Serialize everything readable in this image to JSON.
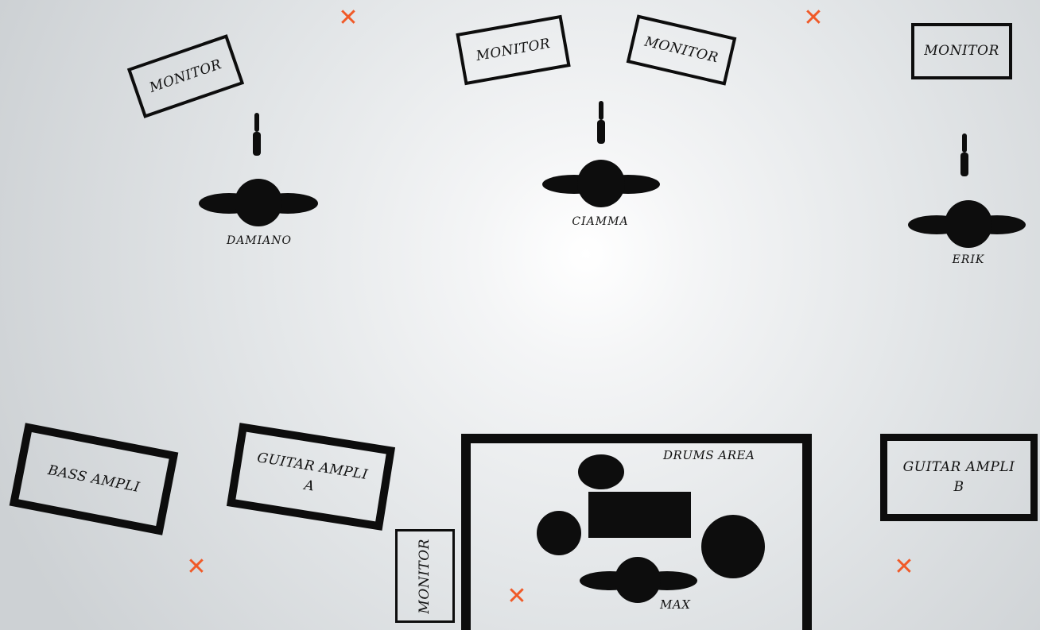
{
  "monitors": [
    {
      "id": "damiano",
      "label": "MONITOR"
    },
    {
      "id": "ciamma-left",
      "label": "MONITOR"
    },
    {
      "id": "ciamma-right",
      "label": "MONITOR"
    },
    {
      "id": "erik",
      "label": "MONITOR"
    },
    {
      "id": "drums",
      "label": "MONITOR"
    }
  ],
  "musicians": [
    {
      "id": "damiano",
      "name": "DAMIANO"
    },
    {
      "id": "ciamma",
      "name": "CIAMMA"
    },
    {
      "id": "erik",
      "name": "ERIK"
    },
    {
      "id": "max",
      "name": "MAX"
    }
  ],
  "amplifiers": [
    {
      "id": "bass",
      "line1": "BASS AMPLI",
      "line2": ""
    },
    {
      "id": "guitar-a",
      "line1": "GUITAR AMPLI",
      "line2": "A"
    },
    {
      "id": "guitar-b",
      "line1": "GUITAR AMPLI",
      "line2": "B"
    }
  ],
  "drums": {
    "area_label": "DRUMS AREA"
  },
  "marker": {
    "glyph": "✕",
    "color": "#f05a28"
  }
}
